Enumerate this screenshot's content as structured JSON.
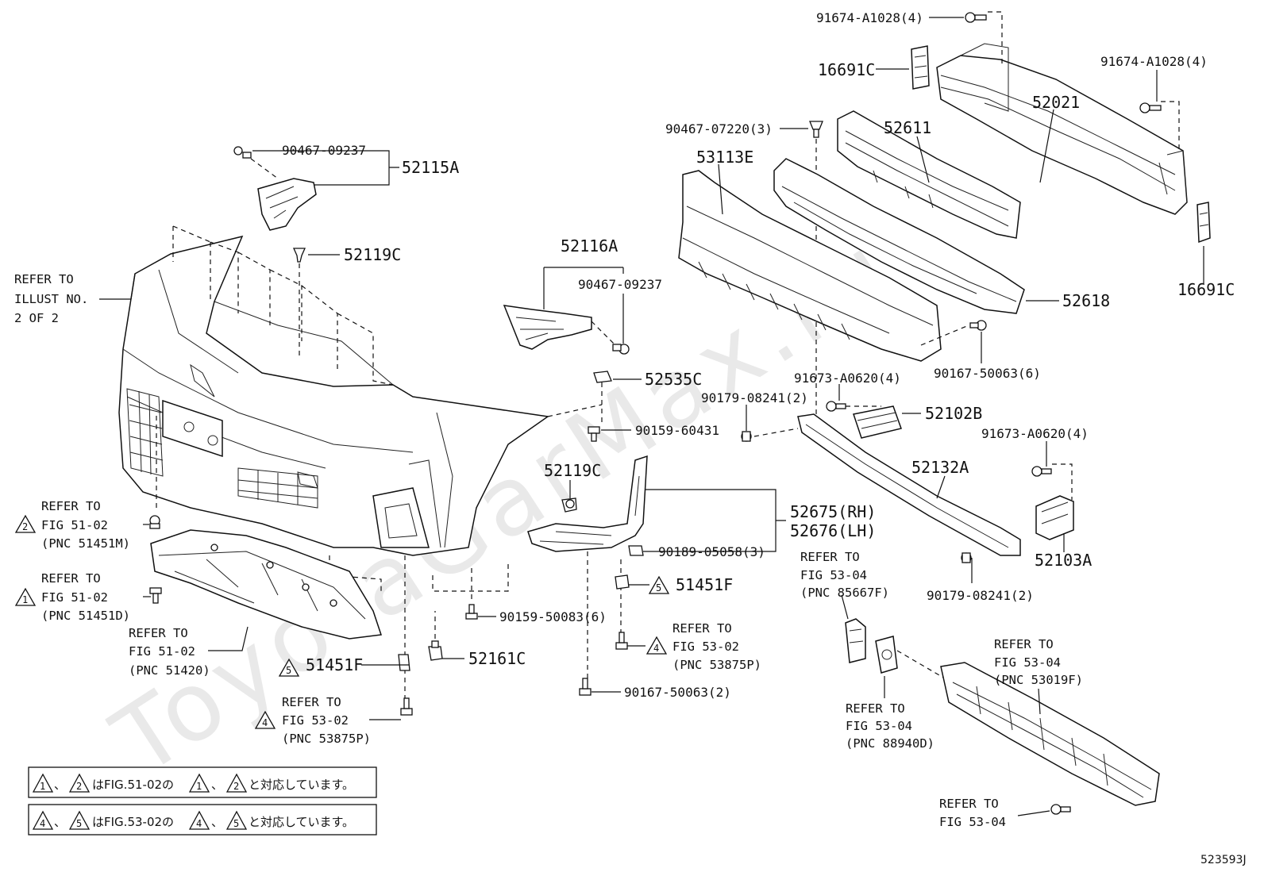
{
  "diagram_code": "523593J",
  "watermark": "ToyotaGarMax.ru",
  "notes": [
    {
      "parts": [
        "1",
        "2"
      ],
      "sep": "、",
      "mid": "はFIG.51-02の",
      "end": "と対応しています。"
    },
    {
      "parts": [
        "4",
        "5"
      ],
      "sep": "、",
      "mid": "はFIG.53-02の",
      "end": "と対応しています。"
    }
  ],
  "part_labels": {
    "p91674_top": "91674-A1028(4)",
    "p16691c_top": "16691C",
    "p91674_right": "91674-A1028(4)",
    "p52021": "52021",
    "p52611": "52611",
    "p90467_07220": "90467-07220(3)",
    "p53113e": "53113E",
    "p90467_09237_a": "90467-09237",
    "p52115a": "52115A",
    "p52119c_a": "52119C",
    "p52116a": "52116A",
    "p90467_09237_b": "90467-09237",
    "p16691c_right": "16691C",
    "p52618": "52618",
    "p52535c": "52535C",
    "p90167_50063_6": "90167-50063(6)",
    "p91673_a0620_a": "91673-A0620(4)",
    "p90179_08241_a": "90179-08241(2)",
    "p52102b": "52102B",
    "p90159_60431": "90159-60431",
    "p91673_a0620_b": "91673-A0620(4)",
    "p52119c_b": "52119C",
    "p52132a": "52132A",
    "p52675": "52675(RH)",
    "p52676": "52676(LH)",
    "p90189_05058": "90189-05058(3)",
    "p52103a": "52103A",
    "p90179_08241_b": "90179-08241(2)",
    "p51451f_a": "51451F",
    "p90159_50083": "90159-50083(6)",
    "p52161c": "52161C",
    "p51451f_b": "51451F",
    "p90167_50063_2": "90167-50063(2)"
  },
  "refs": {
    "illust": [
      "REFER TO",
      "ILLUST NO.",
      "2 OF 2"
    ],
    "r51451m": {
      "tri": "2",
      "lines": [
        "REFER TO",
        "FIG 51-02",
        "(PNC 51451M)"
      ]
    },
    "r51451d": {
      "tri": "1",
      "lines": [
        "REFER TO",
        "FIG 51-02",
        "(PNC 51451D)"
      ]
    },
    "r51420": [
      "REFER TO",
      "FIG 51-02",
      "(PNC 51420)"
    ],
    "r53875p_a": {
      "tri": "4",
      "lines": [
        "REFER TO",
        "FIG 53-02",
        "(PNC 53875P)"
      ]
    },
    "r53875p_b": {
      "tri": "4",
      "lines": [
        "REFER TO",
        "FIG 53-02",
        "(PNC 53875P)"
      ]
    },
    "r85667f": [
      "REFER TO",
      "FIG 53-04",
      "(PNC 85667F)"
    ],
    "r53019f": [
      "REFER TO",
      "FIG 53-04",
      "(PNC 53019F)"
    ],
    "r88940d": [
      "REFER TO",
      "FIG 53-04",
      "(PNC 88940D)"
    ],
    "r5304": [
      "REFER TO",
      "FIG 53-04"
    ],
    "tri_51451f_a": "5",
    "tri_51451f_b": "5"
  }
}
